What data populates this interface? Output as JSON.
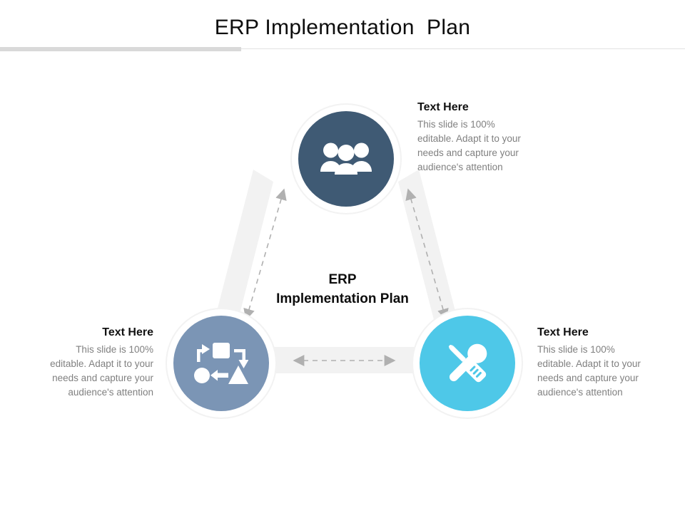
{
  "slide": {
    "title": "ERP Implementation  Plan",
    "background_color": "#ffffff",
    "rule_thick_color": "#d9d9d9",
    "rule_thin_color": "#e2e2e2"
  },
  "center": {
    "label": "ERP\nImplementation  Plan"
  },
  "palette": {
    "node_people": "#3f5a74",
    "node_process": "#7b95b5",
    "node_tools": "#4ec8e8",
    "band": "#f2f2f2",
    "arrow": "#b0b0b0",
    "title_text": "#0d0d0d",
    "body_text": "#808080"
  },
  "nodes": [
    {
      "id": "people",
      "icon": "people-group-icon",
      "color": "#3f5a74",
      "position": "top-center"
    },
    {
      "id": "process",
      "icon": "process-flow-icon",
      "color": "#7b95b5",
      "position": "bottom-left"
    },
    {
      "id": "tools",
      "icon": "wrench-screwdriver-icon",
      "color": "#4ec8e8",
      "position": "bottom-right"
    }
  ],
  "text_blocks": {
    "top_right": {
      "title": "Text Here",
      "body": "This slide is 100%\neditable. Adapt  it to your\nneeds and capture your\naudience's attention"
    },
    "bottom_left": {
      "title": "Text Here",
      "body": "This slide is 100%\neditable. Adapt  it to your\nneeds and capture your\naudience's attention"
    },
    "bottom_right": {
      "title": "Text Here",
      "body": "This slide is 100%\neditable. Adapt  it to your\nneeds and capture your\naudience's attention"
    }
  },
  "connectors": [
    {
      "id": "left-band",
      "from": "process",
      "to": "people",
      "style": "dashed-double-arrow"
    },
    {
      "id": "right-band",
      "from": "people",
      "to": "tools",
      "style": "dashed-double-arrow"
    },
    {
      "id": "bottom-band",
      "from": "process",
      "to": "tools",
      "style": "dashed-double-arrow"
    }
  ]
}
